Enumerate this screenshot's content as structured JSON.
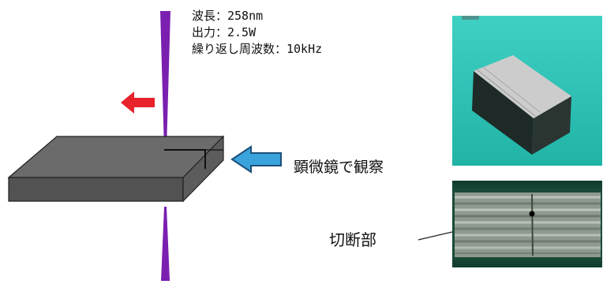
{
  "laser_specs": {
    "wavelength": "波長：258nm",
    "output": "出力：2.5W",
    "repetition_rate": "繰り返し周波数：10kHz"
  },
  "labels": {
    "observe": "顕微鏡で観察",
    "cut_section": "切断部"
  },
  "colors": {
    "laser_beam": "#7a1fb0",
    "move_arrow": "#e8232b",
    "observe_arrow": "#3aa3dc",
    "block_top": "#6a6a6a",
    "block_front": "#505050",
    "photo_background": "#2ec4b6",
    "micrograph_background": "#1f3d30"
  },
  "icons": {
    "move_direction": "left-arrow-icon",
    "observe_direction": "left-arrow-icon"
  }
}
